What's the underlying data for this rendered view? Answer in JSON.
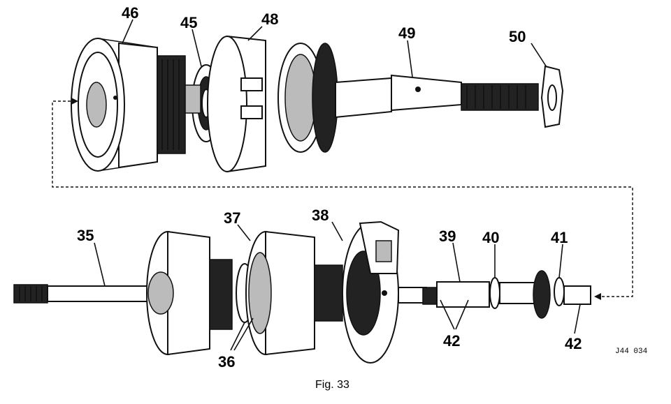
{
  "diagram": {
    "callouts": {
      "c46": "46",
      "c45": "45",
      "c48": "48",
      "c49": "49",
      "c50": "50",
      "c35": "35",
      "c37": "37",
      "c38": "38",
      "c39": "39",
      "c40": "40",
      "c41": "41",
      "c42a": "42",
      "c42b": "42",
      "c36": "36"
    },
    "reference_code": "J44 034",
    "caption": "Fig. 33"
  }
}
